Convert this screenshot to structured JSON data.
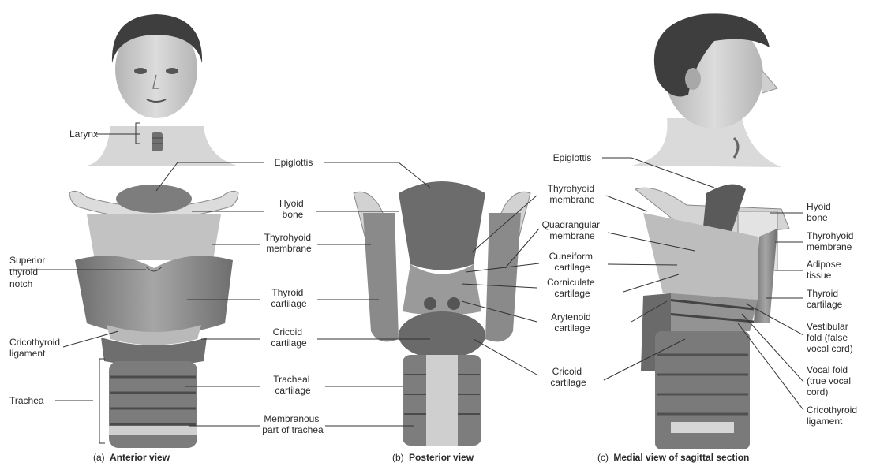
{
  "colors": {
    "background": "#ffffff",
    "cartilage": "#8c8c8c",
    "cartilage_light": "#b4b4b4",
    "cartilage_dark": "#5a5a5a",
    "hyoid": "#d8d8d8",
    "skin": "#c9c9c9",
    "hair": "#3e3e3e",
    "leader": "#333333",
    "text": "#2a2a2a"
  },
  "views": {
    "anterior": {
      "caption_prefix": "(a)",
      "caption_title": "Anterior view",
      "head_label": "Larynx",
      "left_labels": {
        "superior_notch": [
          "Superior",
          "thyroid",
          "notch"
        ],
        "cricothyroid": [
          "Cricothyroid",
          "ligament"
        ],
        "trachea": "Trachea"
      }
    },
    "posterior": {
      "caption_prefix": "(b)",
      "caption_title": "Posterior view"
    },
    "medial": {
      "caption_prefix": "(c)",
      "caption_title": "Medial view of sagittal section",
      "right_labels": {
        "hyoid": [
          "Hyoid",
          "bone"
        ],
        "thyrohyoid": [
          "Thyrohyoid",
          "membrane"
        ],
        "adipose": [
          "Adipose",
          "tissue"
        ],
        "thyroid": [
          "Thyroid",
          "cartilage"
        ],
        "vestibular": [
          "Vestibular",
          "fold (false",
          "vocal cord)"
        ],
        "vocal_fold": [
          "Vocal fold",
          "(true vocal",
          "cord)"
        ],
        "cricothyroid": [
          "Cricothyroid",
          "ligament"
        ]
      }
    }
  },
  "center_labels_ab": {
    "epiglottis": "Epiglottis",
    "hyoid": [
      "Hyoid",
      "bone"
    ],
    "thyrohyoid": [
      "Thyrohyoid",
      "membrane"
    ],
    "thyroid": [
      "Thyroid",
      "cartilage"
    ],
    "cricoid": [
      "Cricoid",
      "cartilage"
    ],
    "tracheal": [
      "Tracheal",
      "cartilage"
    ],
    "membranous": [
      "Membranous",
      "part of trachea"
    ]
  },
  "center_labels_bc": {
    "epiglottis": "Epiglottis",
    "thyrohyoid": [
      "Thyrohyoid",
      "membrane"
    ],
    "quadrangular": [
      "Quadrangular",
      "membrane"
    ],
    "cuneiform": [
      "Cuneiform",
      "cartilage"
    ],
    "corniculate": [
      "Corniculate",
      "cartilage"
    ],
    "arytenoid": [
      "Arytenoid",
      "cartilage"
    ],
    "cricoid": [
      "Cricoid",
      "cartilage"
    ]
  }
}
